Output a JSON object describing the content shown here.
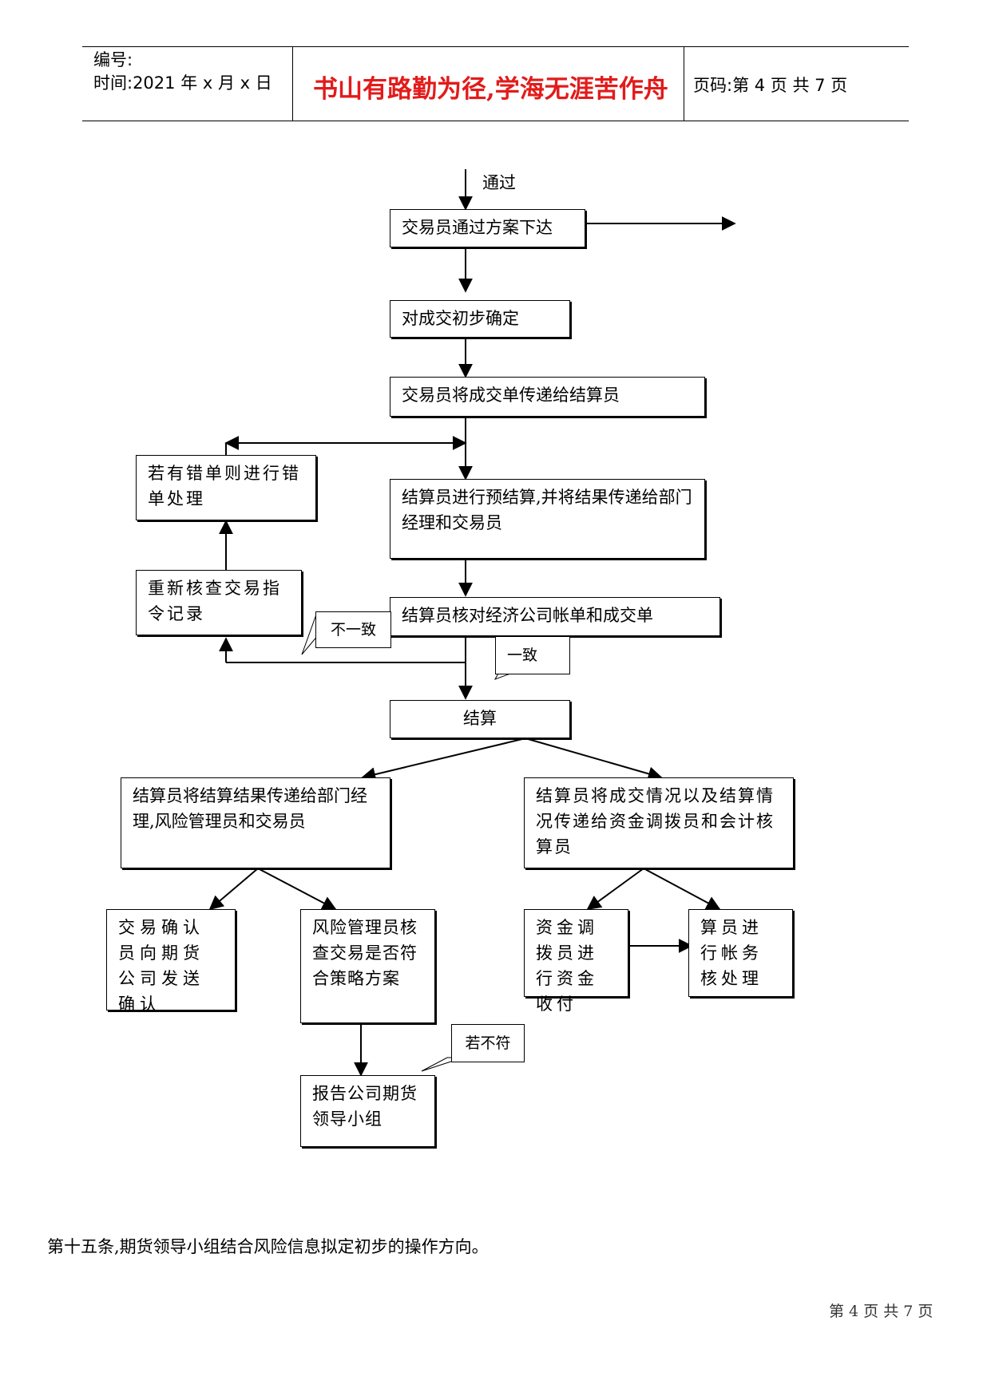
{
  "header": {
    "number_label": "编号:",
    "time_label": "时间:2021 年 x 月 x 日",
    "motto": "书山有路勤为径,学海无涯苦作舟",
    "page_label": "页码:第 4 页  共 7 页"
  },
  "flow": {
    "pass_label": "通过",
    "trader_issue": "交易员通过方案下达",
    "preliminary_confirm": "对成交初步确定",
    "trader_pass_slip": "交易员将成交单传递给结算员",
    "error_handling": "若有错单则进行错单处理",
    "pre_settlement": "结算员进行预结算,并将结果传递给部门经理和交易员",
    "recheck_records": "重新核查交易指令记录",
    "reconcile": "结算员核对经济公司帐单和成交单",
    "mismatch": "不一致",
    "match": "一致",
    "settlement": "结算",
    "send_results": "结算员将结算结果传递给部门经理,风险管理员和交易员",
    "send_status": "结算员将成交情况以及结算情况传递给资金调拨员和会计核算员",
    "confirm_to_futures": "交易确认员向期货公司发送确认",
    "risk_check": "风险管理员核查交易是否符合策略方案",
    "fund_transfer": "资金调拨员进行资金收付",
    "accounting": "算员进行帐务核处理",
    "if_not_match": "若不符",
    "report_leaders": "报告公司期货领导小组"
  },
  "body": {
    "article_15": "第十五条,期货领导小组结合风险信息拟定初步的操作方向。"
  },
  "footer": {
    "page_number": "第 4 页 共 7 页"
  }
}
